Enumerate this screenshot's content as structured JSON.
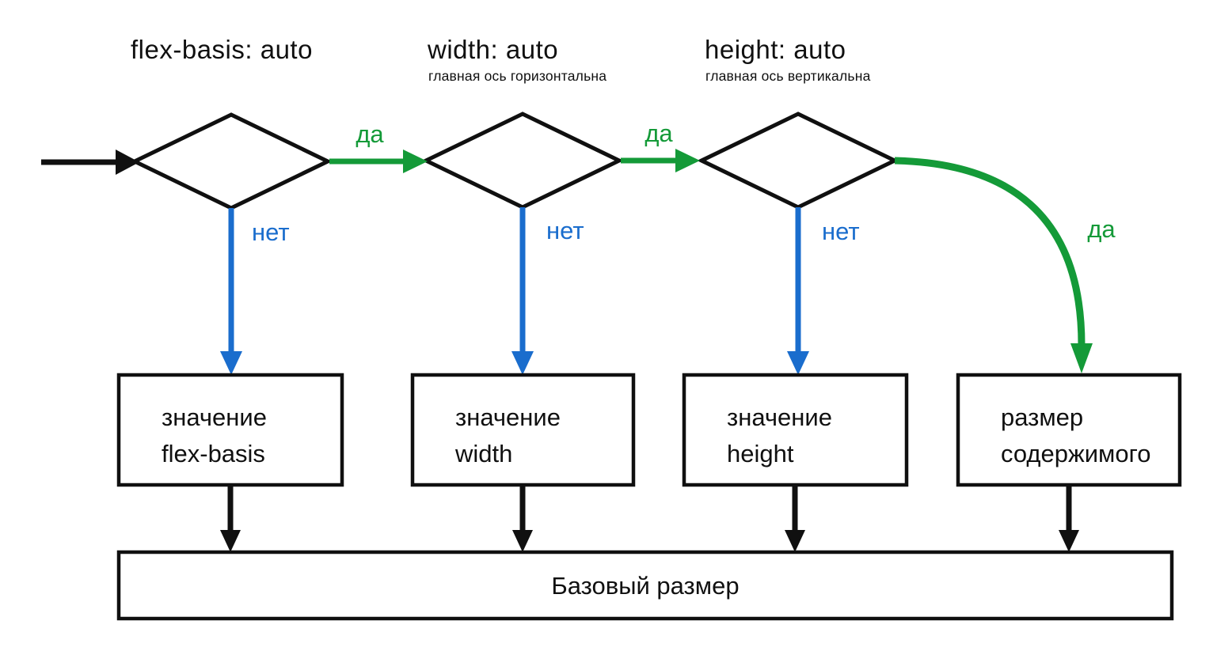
{
  "colors": {
    "yes_green": "#149a38",
    "no_blue": "#1a6dcd",
    "ink": "#101010",
    "background": "#ffffff"
  },
  "decisions": [
    {
      "heading": "flex-basis: auto",
      "yes_label": "да",
      "no_label": "нет"
    },
    {
      "heading": "width: auto",
      "subheading": "главная ось горизонтальна",
      "yes_label": "да",
      "no_label": "нет"
    },
    {
      "heading": "height: auto",
      "subheading": "главная ось вертикальна",
      "yes_label": "да",
      "no_label": "нет"
    }
  ],
  "result_boxes": [
    {
      "line1": "значение",
      "line2": "flex-basis"
    },
    {
      "line1": "значение",
      "line2": "width"
    },
    {
      "line1": "значение",
      "line2": "height"
    },
    {
      "line1": "размер",
      "line2": "содержимого"
    }
  ],
  "final_label": "Базовый размер"
}
